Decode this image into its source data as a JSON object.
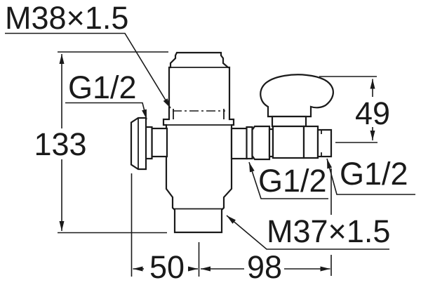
{
  "canvas": {
    "background": "#ffffff",
    "ink": "#1a1a1a",
    "kind": "technical-dimension-drawing"
  },
  "labels": {
    "top_thread": "M38×1.5",
    "left_inlet_thread": "G1/2",
    "overall_height": "133",
    "handle_height": "49",
    "mid_outlet_thread": "G1/2",
    "right_outlet_thread": "G1/2",
    "bottom_outlet_thread": "M37×1.5",
    "inlet_to_center": "50",
    "center_to_outlet": "98"
  }
}
